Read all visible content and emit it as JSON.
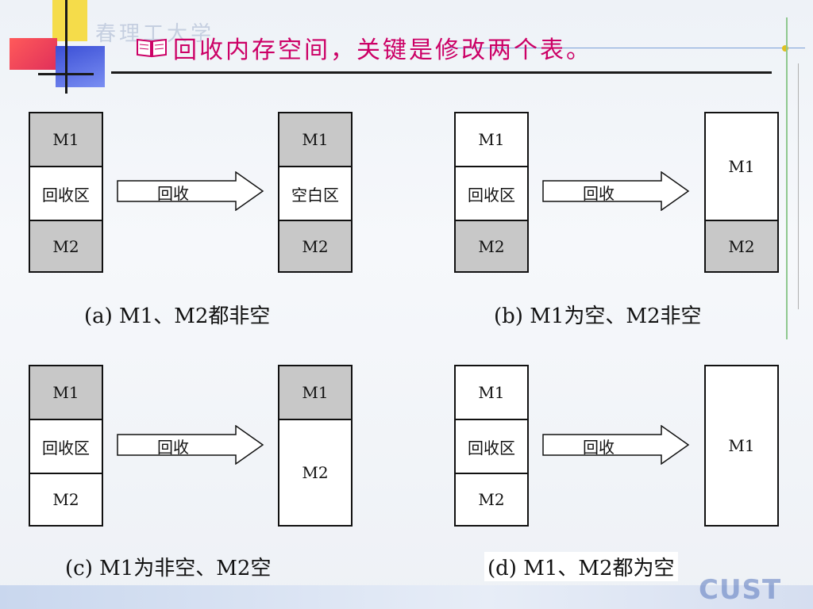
{
  "header": {
    "title": "回收内存空间，关键是修改两个表。",
    "title_color": "#cc0066",
    "watermark": "春理工大学",
    "icon": "book-icon"
  },
  "brand": "CUST",
  "diagrams": {
    "a": {
      "before": {
        "top": "M1",
        "middle": "回收区",
        "bottom": "M2"
      },
      "arrow_label": "回收",
      "after": {
        "top": "M1",
        "middle": "空白区",
        "bottom": "M2"
      },
      "caption": "(a) M1、M2都非空"
    },
    "b": {
      "before": {
        "top": "M1",
        "middle": "回收区",
        "bottom": "M2"
      },
      "arrow_label": "回收",
      "after": {
        "top": "M1",
        "bottom": "M2"
      },
      "caption": "(b) M1为空、M2非空"
    },
    "c": {
      "before": {
        "top": "M1",
        "middle": "回收区",
        "bottom": "M2"
      },
      "arrow_label": "回收",
      "after": {
        "top": "M1",
        "bottom": "M2"
      },
      "caption": "(c) M1为非空、M2空"
    },
    "d": {
      "before": {
        "top": "M1",
        "middle": "回收区",
        "bottom": "M2"
      },
      "arrow_label": "回收",
      "after": {
        "single": "M1"
      },
      "caption": "(d) M1、M2都为空"
    }
  },
  "colors": {
    "occupied": "#c8c8c8",
    "free": "#ffffff",
    "border": "#111111"
  }
}
